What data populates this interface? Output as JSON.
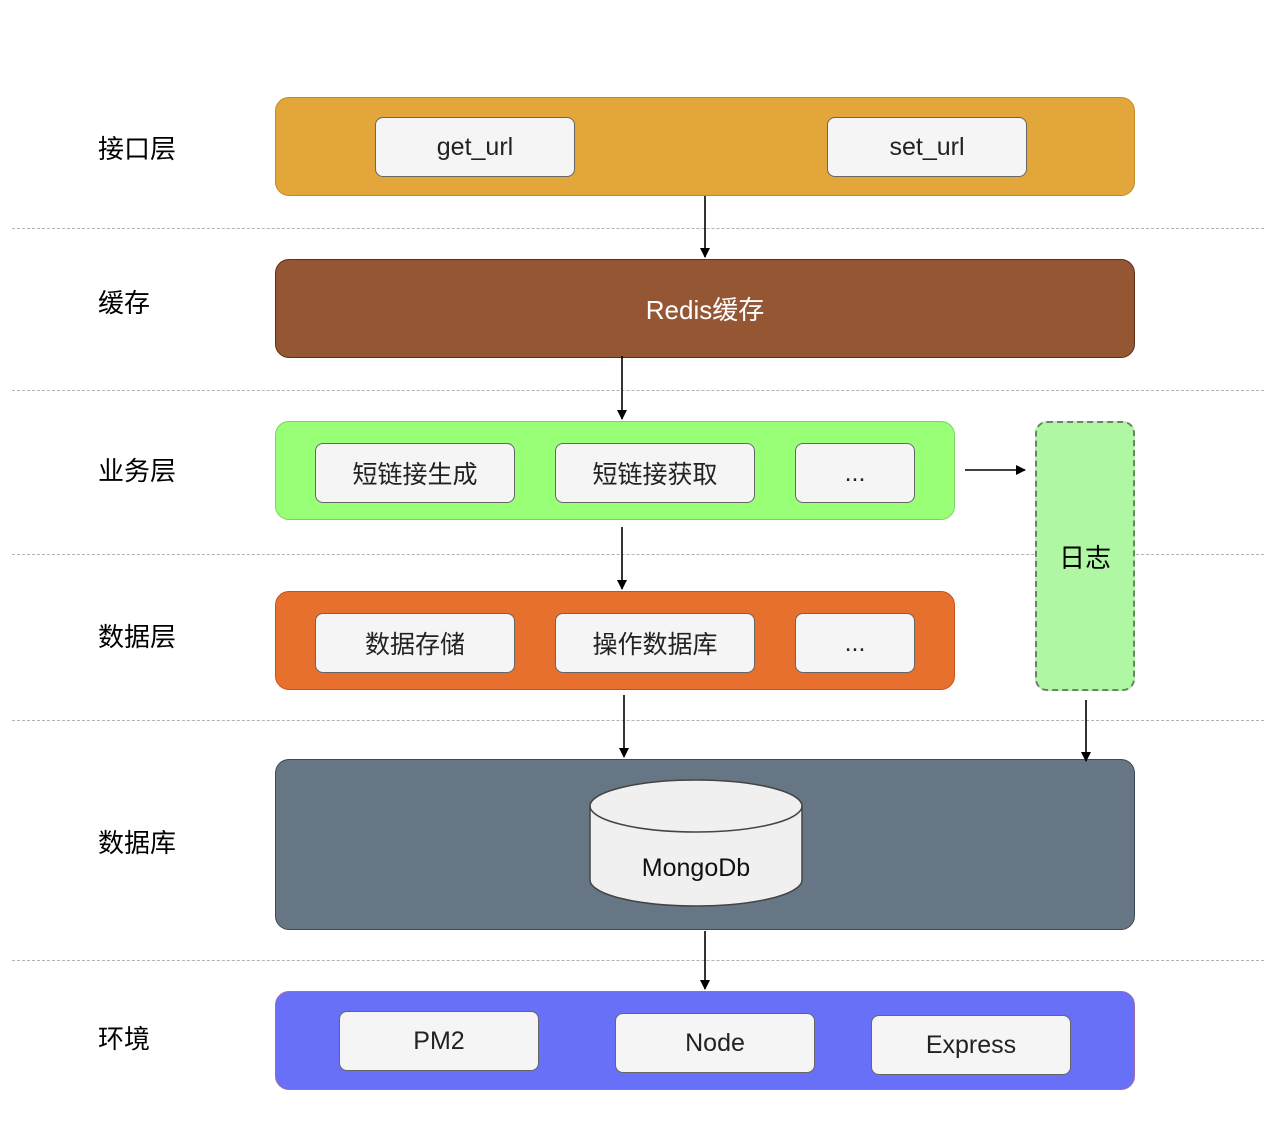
{
  "layers": {
    "interface": "接口层",
    "cache": "缓存",
    "business": "业务层",
    "data": "数据层",
    "database": "数据库",
    "environment": "环境"
  },
  "interface_band": {
    "color": "#e3a63a",
    "items": [
      "get_url",
      "set_url"
    ]
  },
  "cache_band": {
    "color": "#955634",
    "label": "Redis缓存"
  },
  "business_band": {
    "color": "#99ff77",
    "items": [
      "短链接生成",
      "短链接获取",
      "..."
    ]
  },
  "data_band": {
    "color": "#e8702e",
    "items": [
      "数据存储",
      "操作数据库",
      "..."
    ]
  },
  "database_band": {
    "color": "#667685",
    "cylinder_label": "MongoDb"
  },
  "environment_band": {
    "color": "#6870f8",
    "items": [
      "PM2",
      "Node",
      "Express"
    ]
  },
  "log_box": {
    "color": "#b0f7a4",
    "label": "日志"
  }
}
